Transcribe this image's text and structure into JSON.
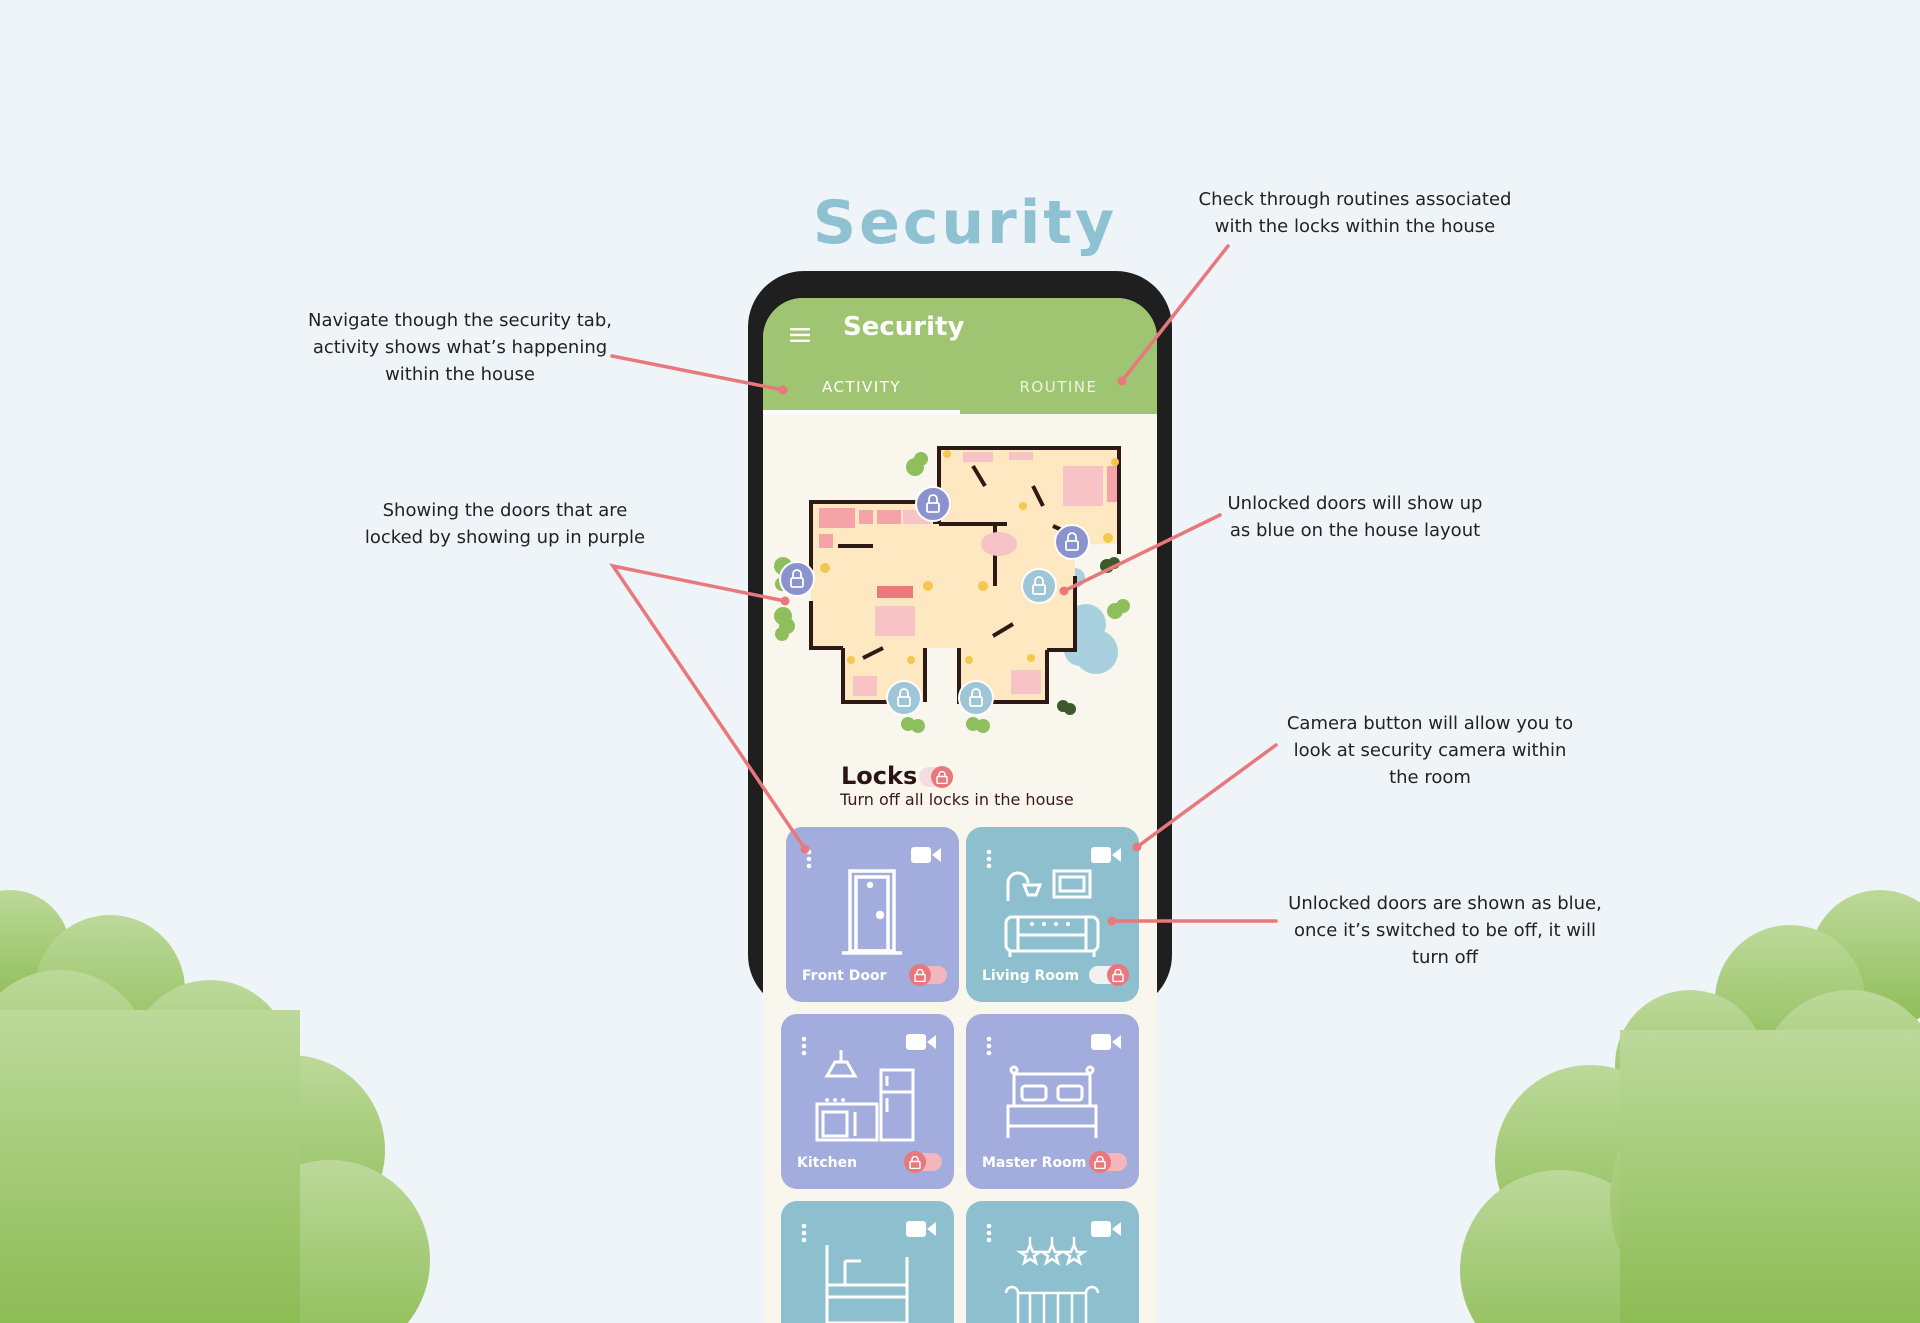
{
  "page": {
    "heading": "Security"
  },
  "app": {
    "title": "Security",
    "tabs": [
      {
        "label": "ACTIVITY",
        "active": true
      },
      {
        "label": "ROUTINE",
        "active": false
      }
    ],
    "colors": {
      "appbar": "#9fc572",
      "locked": "#a3addd",
      "unlocked": "#8dbfcf",
      "lock_accent": "#e8787c"
    }
  },
  "locks": {
    "title": "Locks",
    "subtitle": "Turn off all locks in the house",
    "master_lock_icon": "padlock-icon"
  },
  "rooms": [
    {
      "name": "Front Door",
      "status": "locked",
      "icon": "door-icon"
    },
    {
      "name": "Living Room",
      "status": "unlocked",
      "icon": "sofa-lamp-icon"
    },
    {
      "name": "Kitchen",
      "status": "locked",
      "icon": "kitchen-icon"
    },
    {
      "name": "Master Room",
      "status": "locked",
      "icon": "bed-icon"
    },
    {
      "name": "",
      "status": "unlocked",
      "icon": "bunk-bed-icon"
    },
    {
      "name": "",
      "status": "unlocked",
      "icon": "crib-icon"
    }
  ],
  "floorplan": {
    "door_locks": [
      {
        "status": "locked"
      },
      {
        "status": "locked"
      },
      {
        "status": "locked"
      },
      {
        "status": "unlocked"
      },
      {
        "status": "unlocked"
      },
      {
        "status": "unlocked"
      }
    ]
  },
  "annotations": [
    {
      "id": "routine",
      "text": "Check through routines associated\nwith the locks within the house"
    },
    {
      "id": "tabs",
      "text": "Navigate though the security tab,\nactivity shows what’s happening\nwithin the house"
    },
    {
      "id": "locked",
      "text": "Showing the doors that are\nlocked by showing up in purple"
    },
    {
      "id": "unlocked-layout",
      "text": "Unlocked doors will show up\nas blue on the house layout"
    },
    {
      "id": "camera",
      "text": "Camera button will allow you to\nlook at security camera within\nthe room"
    },
    {
      "id": "unlocked-cards",
      "text": "Unlocked doors are shown as blue,\nonce it’s switched to be off, it will\nturn off"
    }
  ]
}
